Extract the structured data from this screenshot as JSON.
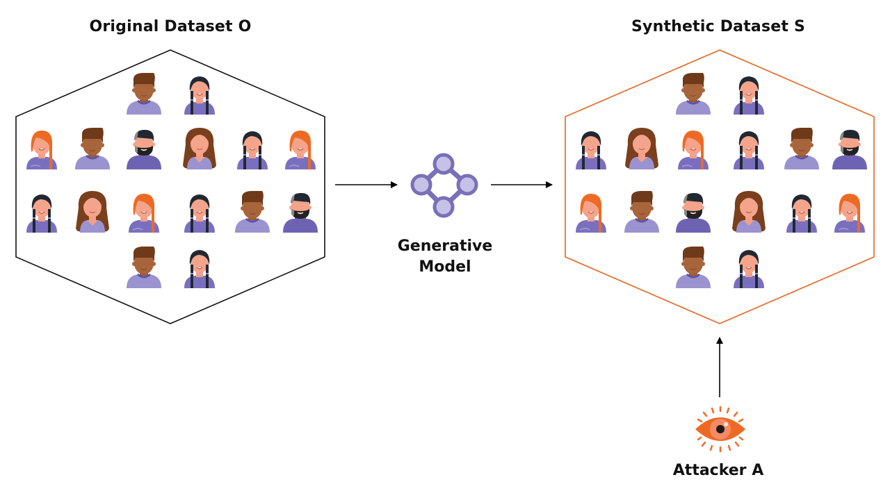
{
  "titles": {
    "original": "Original Dataset O",
    "synthetic": "Synthetic Dataset S"
  },
  "model": {
    "line1": "Generative",
    "line2": "Model",
    "icon": "network-nodes-icon"
  },
  "attacker": {
    "label": "Attacker A",
    "icon": "eye-icon"
  },
  "colors": {
    "original_border": "#111111",
    "synthetic_border": "#e8641f",
    "accent_purple": "#7a70b8",
    "accent_orange": "#ee6a24",
    "arrow": "#000000"
  },
  "avatar_types": {
    "A": "man-brown-hair",
    "B": "woman-black-braids",
    "C": "woman-orange-hair",
    "D": "man-gray-beard",
    "E": "woman-long-brown-hair"
  },
  "original_dataset": {
    "rows": [
      [
        "A",
        "B"
      ],
      [
        "C",
        "A",
        "D",
        "E",
        "B",
        "C"
      ],
      [
        "B",
        "E",
        "C",
        "B",
        "A",
        "D"
      ],
      [
        "A",
        "B"
      ]
    ]
  },
  "synthetic_dataset": {
    "rows": [
      [
        "A",
        "B"
      ],
      [
        "B",
        "E",
        "C",
        "B",
        "A",
        "D"
      ],
      [
        "C",
        "A",
        "D",
        "E",
        "B",
        "C"
      ],
      [
        "A",
        "B"
      ]
    ]
  },
  "flow": [
    {
      "from": "original-dataset",
      "to": "generative-model"
    },
    {
      "from": "generative-model",
      "to": "synthetic-dataset"
    },
    {
      "from": "attacker",
      "to": "synthetic-dataset"
    }
  ]
}
